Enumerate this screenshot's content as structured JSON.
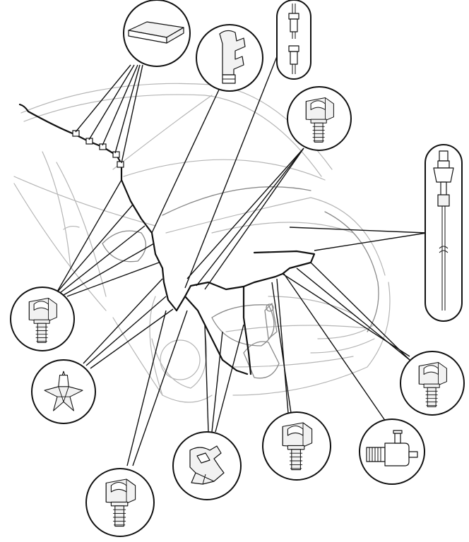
{
  "diagram": {
    "colors": {
      "line": "#111111",
      "car_outline": "#b5b5b5",
      "part_fill": "#f2f2f2",
      "background": "#ffffff"
    },
    "callouts": [
      {
        "id": "pad-top",
        "part_icon": "foam-pad-icon"
      },
      {
        "id": "clip-fork-top",
        "part_icon": "fork-clip-icon"
      },
      {
        "id": "joint-top",
        "part_icon": "hose-joint-icon"
      },
      {
        "id": "clip-upper-right",
        "part_icon": "hose-clip-icon"
      },
      {
        "id": "nozzle-right",
        "part_icon": "washer-nozzle-icon"
      },
      {
        "id": "clip-left",
        "part_icon": "hose-clip-icon"
      },
      {
        "id": "star-clip-left",
        "part_icon": "star-clip-icon"
      },
      {
        "id": "clip-right",
        "part_icon": "hose-clip-icon"
      },
      {
        "id": "clip-bottom-left",
        "part_icon": "hose-clip-icon"
      },
      {
        "id": "bracket-bottom",
        "part_icon": "bracket-clip-icon"
      },
      {
        "id": "clip-bottom-center",
        "part_icon": "hose-clip-icon"
      },
      {
        "id": "check-valve-bottom",
        "part_icon": "check-valve-icon"
      }
    ]
  }
}
